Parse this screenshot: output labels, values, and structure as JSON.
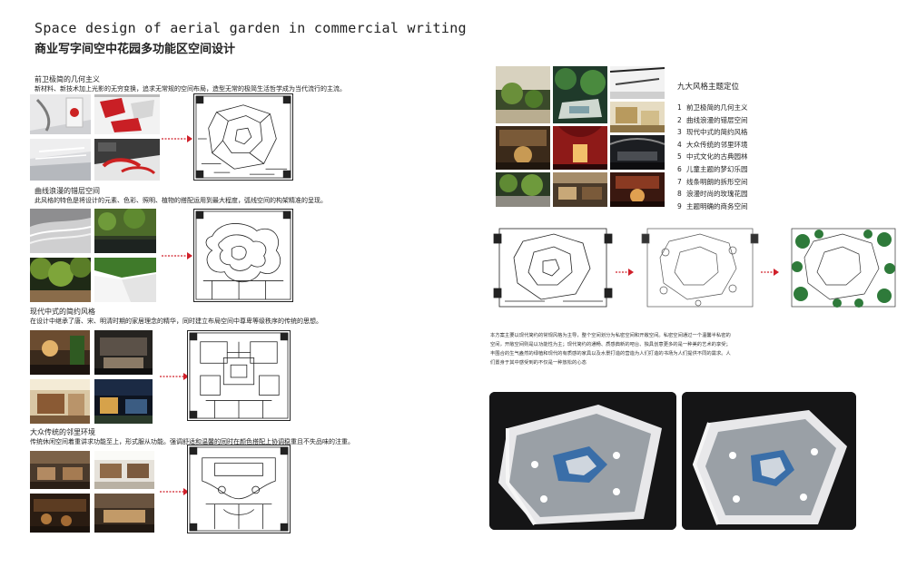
{
  "header": {
    "title_en": "Space design of aerial garden in commercial writing",
    "title_cn": "商业写字间空中花园多功能区空间设计"
  },
  "sections": [
    {
      "heading": "前卫极简的几何主义",
      "description": "新材料、新技术加上光影的无穷变换，追求无常规的空间布局，造型无常的极简生活哲学成为当代流行的主流。"
    },
    {
      "heading": "曲线浪漫的错层空间",
      "description": "此风格的特色是将设计的元素、色彩、照明、植物的搭配运用到最大程度，弧线空间的构架精准的呈现。"
    },
    {
      "heading": "现代中式的简约风格",
      "description": "在设计中继承了唐、宋、明清时期的家居理念的精华，同时建立布局空间中尊卑等级秩序的传统的思想。"
    },
    {
      "heading": "大众传统的邻里环境",
      "description": "传统休闲空间着重讲求功能至上，形式服从功能。强调舒适和温馨的同时在颜色搭配上协调稳重且不失品味的注重。"
    }
  ],
  "style_list": {
    "title": "九大风格主题定位",
    "items": [
      {
        "num": "1",
        "label": "前卫极简的几何主义"
      },
      {
        "num": "2",
        "label": "曲线浪漫的错层空间"
      },
      {
        "num": "3",
        "label": "现代中式的简约风格"
      },
      {
        "num": "4",
        "label": "大众传统的邻里环境"
      },
      {
        "num": "5",
        "label": "中式文化的古典园林"
      },
      {
        "num": "6",
        "label": "儿童主题的梦幻乐园"
      },
      {
        "num": "7",
        "label": "线条明朗的拆形空间"
      },
      {
        "num": "8",
        "label": "浪漫时尚的玫瑰花园"
      },
      {
        "num": "9",
        "label": "主题明确的商务空间"
      }
    ]
  },
  "body_text": "本方案主要以现代简约的常规风格为主导，整个空间划分为私密空间和开敞空间。私密空间通过一个温馨半私密的空间，开敞空间则是以功能性为主；现代简约的通畅、质感典新的吧台、独具创意更多的是一种美的艺术的享受；丰围合的生气盎然的绿植和现代的有质感的家具以及水景打造的营造为人们打造的书场为人们提供不同的需求。人们置身于其中感受到的不仅是一种放松的心态",
  "colors": {
    "accent_arrow": "#d0202a",
    "text": "#222222",
    "render_bg": "#151516"
  }
}
